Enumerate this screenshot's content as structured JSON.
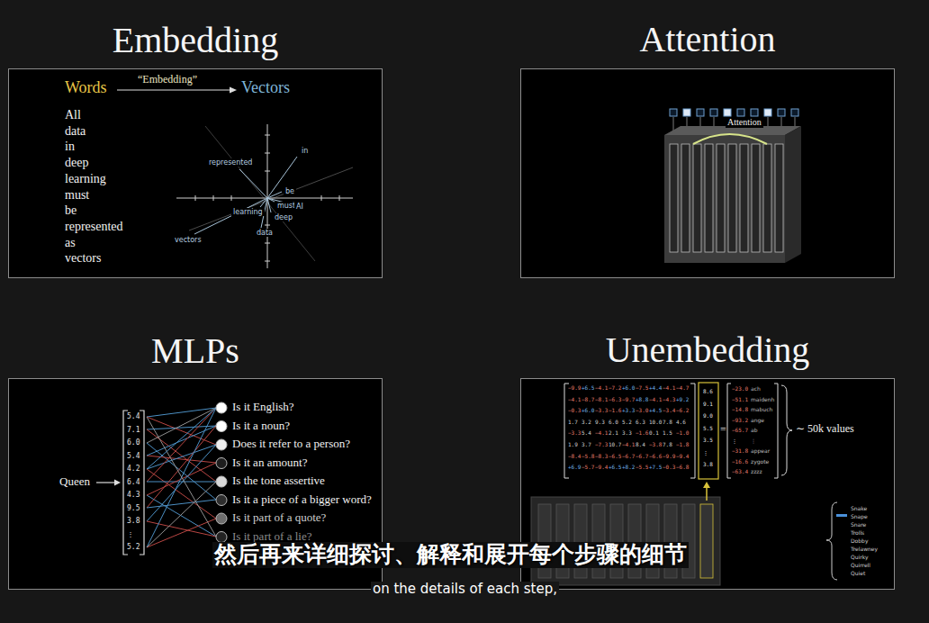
{
  "diagram": {
    "nodes": [
      {
        "text": [
          "Embedding"
        ]
      },
      {
        "text": [
          "Attention"
        ]
      },
      {
        "text": [
          "MLPs"
        ]
      },
      {
        "text": [
          "Unembedding"
        ]
      }
    ],
    "labels": [
      "Words",
      "“Embedding”",
      "Vectors",
      "All",
      "data",
      "in",
      "deep",
      "learning",
      "must",
      "be",
      "represented",
      "as",
      "vectors",
      "represented",
      "in",
      "be",
      "must",
      "AI",
      "deep",
      "learning",
      "data",
      "vectors",
      "Attention",
      "Queen",
      "5.4",
      "7.1",
      "6.0",
      "5.4",
      "4.2",
      "6.4",
      "4.3",
      "9.5",
      "3.8",
      "⋮",
      "5.2",
      "Is it English?",
      "Is it a noun?",
      "Does it refer to a person?",
      "Is it an amount?",
      "Is the tone assertive",
      "Is it a piece of a bigger word?",
      "Is it part of a quote?",
      "Is it part of a lie?",
      "−9.9",
      "+6.5",
      "−4.1",
      "−7.2",
      "+6.0",
      "−7.5",
      "+4.4",
      "−4.1",
      "−4.7",
      "−4.1",
      "−8.7",
      "−8.1",
      "−6.3",
      "−9.7",
      "+8.8",
      "−4.1",
      "−4.3",
      "+9.2",
      "−0.3",
      "+6.0",
      "−3.3",
      "−1.6",
      "+3.3",
      "−3.0",
      "+4.5",
      "−3.4",
      "−6.2",
      "1.7",
      "3.2",
      "9.3",
      "6.0",
      "5.2",
      "6.3",
      "10.0",
      "7.8",
      "4.6",
      "−3.3",
      "5.4",
      "−4.1",
      "2.1",
      "3.3",
      "−1.6",
      "0.1",
      "1.5",
      "−1.0",
      "1.9",
      "3.7",
      "−7.3",
      "10.7",
      "−4.1",
      "8.4",
      "−3.8",
      "7.8",
      "−1.8",
      "−8.4",
      "−5.8",
      "−8.3",
      "−6.5",
      "−6.7",
      "−6.7",
      "−6.6",
      "−9.9",
      "−9.4",
      "+6.9",
      "−5.7",
      "−9.4",
      "+6.5",
      "+8.2",
      "−5.5",
      "+7.5",
      "−0.3",
      "−6.8",
      "8.6",
      "9.1",
      "9.0",
      "5.5",
      "3.5",
      "⋮",
      "3.8",
      "=",
      "−23.0",
      "−51.1",
      "−14.8",
      "−93.2",
      "−65.7",
      "⋮",
      "−31.8",
      "−16.6",
      "−63.4",
      "ach",
      "maidenh",
      "mabuch",
      "ange",
      "ab",
      "⋮",
      "appear",
      "zygote",
      "zzzz",
      "∼ 50k values",
      "Snake",
      "Snape",
      "Snare",
      "Trolls",
      "Dobby",
      "Trelawney",
      "Quirky",
      "Quirrell",
      "Quiet",
      "然后再来详细探讨、解释和展开每个步骤的细节",
      "on the details of each step,"
    ]
  }
}
